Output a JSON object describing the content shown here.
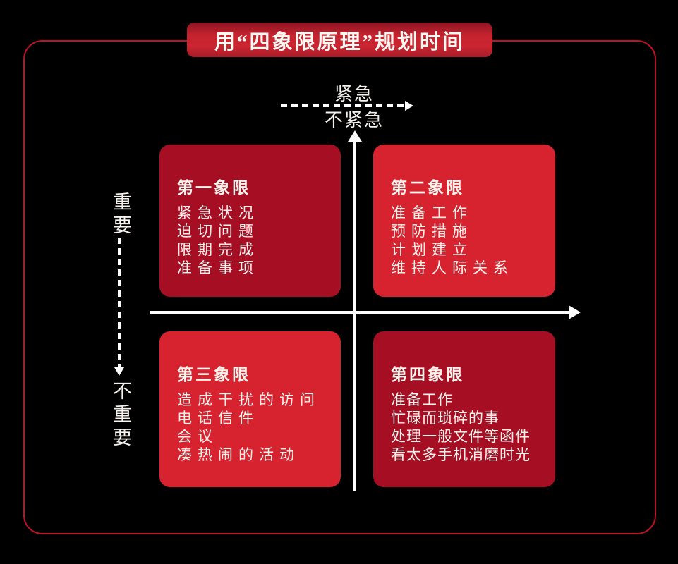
{
  "title": "用“四象限原理”规划时间",
  "axes": {
    "urgent_label": "紧急",
    "not_urgent_label": "不紧急",
    "important_label": "重要",
    "not_important_label": "不重要"
  },
  "quadrants": [
    {
      "heading": "第一象限",
      "items": [
        "紧急状况",
        "迫切问题",
        "限期完成",
        "准备事项"
      ]
    },
    {
      "heading": "第二象限",
      "items": [
        "准备工作",
        "预防措施",
        "计划建立",
        "维持人际关系"
      ]
    },
    {
      "heading": "第三象限",
      "items": [
        "造成干扰的访问",
        "电话信件",
        "会议",
        "凑热闹的活动"
      ]
    },
    {
      "heading": "第四象限",
      "items": [
        "准备工作",
        "忙碌而琐碎的事",
        "处理一般文件等函件",
        "看太多手机消磨时光"
      ]
    }
  ],
  "colors": {
    "background": "#000000",
    "frame_red": "#c01226",
    "title_red": "#c5232f",
    "quadrant_dark_red": "#a50e23",
    "quadrant_bright_red": "#d7232f",
    "axis_white": "#fdfdfd",
    "text_white": "#faf4ef"
  }
}
